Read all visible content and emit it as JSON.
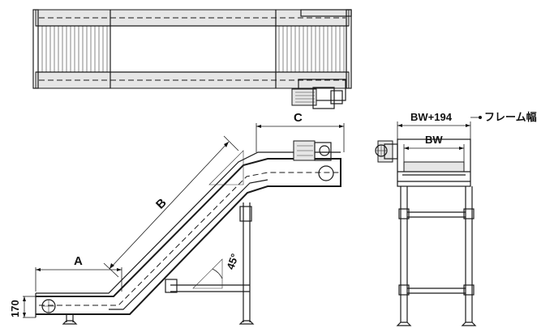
{
  "labels": {
    "dim_a": "A",
    "dim_b": "B",
    "dim_c": "C",
    "dim_height": "170",
    "dim_angle": "45°",
    "dim_frame_width": "BW+194",
    "dim_frame_width_note": "フレーム幅",
    "dim_belt_width": "BW"
  }
}
